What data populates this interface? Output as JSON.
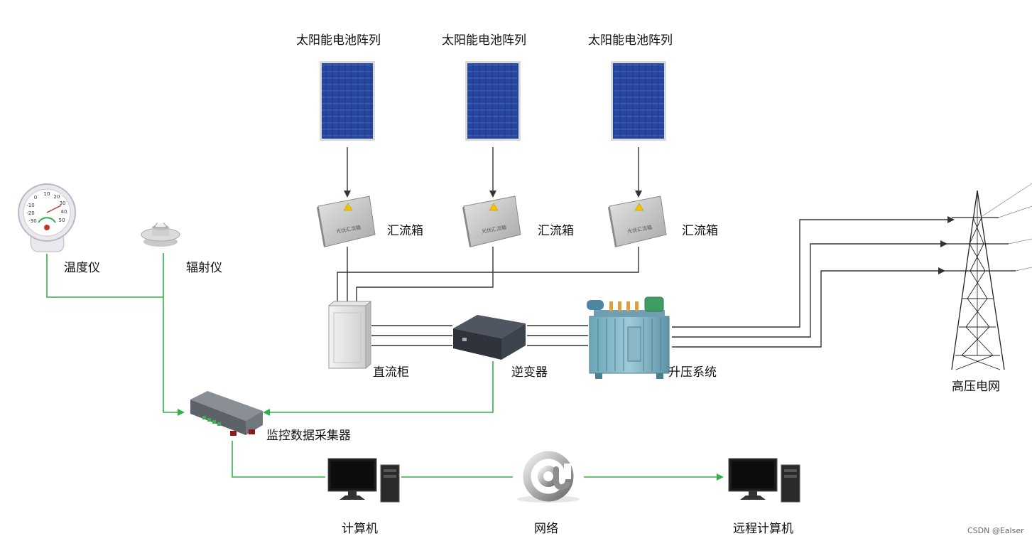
{
  "labels": {
    "solar_array_1": "太阳能电池阵列",
    "solar_array_2": "太阳能电池阵列",
    "solar_array_3": "太阳能电池阵列",
    "combiner_box_1": "汇流箱",
    "combiner_box_2": "汇流箱",
    "combiner_box_3": "汇流箱",
    "thermometer": "温度仪",
    "radiometer": "辐射仪",
    "dc_cabinet": "直流柜",
    "inverter": "逆变器",
    "step_up_system": "升压系统",
    "hv_grid": "高压电网",
    "data_collector": "监控数据采集器",
    "computer": "计算机",
    "network": "网络",
    "remote_computer": "远程计算机"
  },
  "icon_text": {
    "thermometer_ticks": [
      "10",
      "20",
      "30",
      "0",
      "40",
      "-10",
      "-20",
      "50",
      "-30"
    ],
    "combiner_nameplate": "光伏汇流箱"
  },
  "watermark": "CSDN @Ealser",
  "colors": {
    "signal_line": "#2db34a",
    "power_line": "#333333",
    "panel_blue": "#1f3d8f"
  }
}
